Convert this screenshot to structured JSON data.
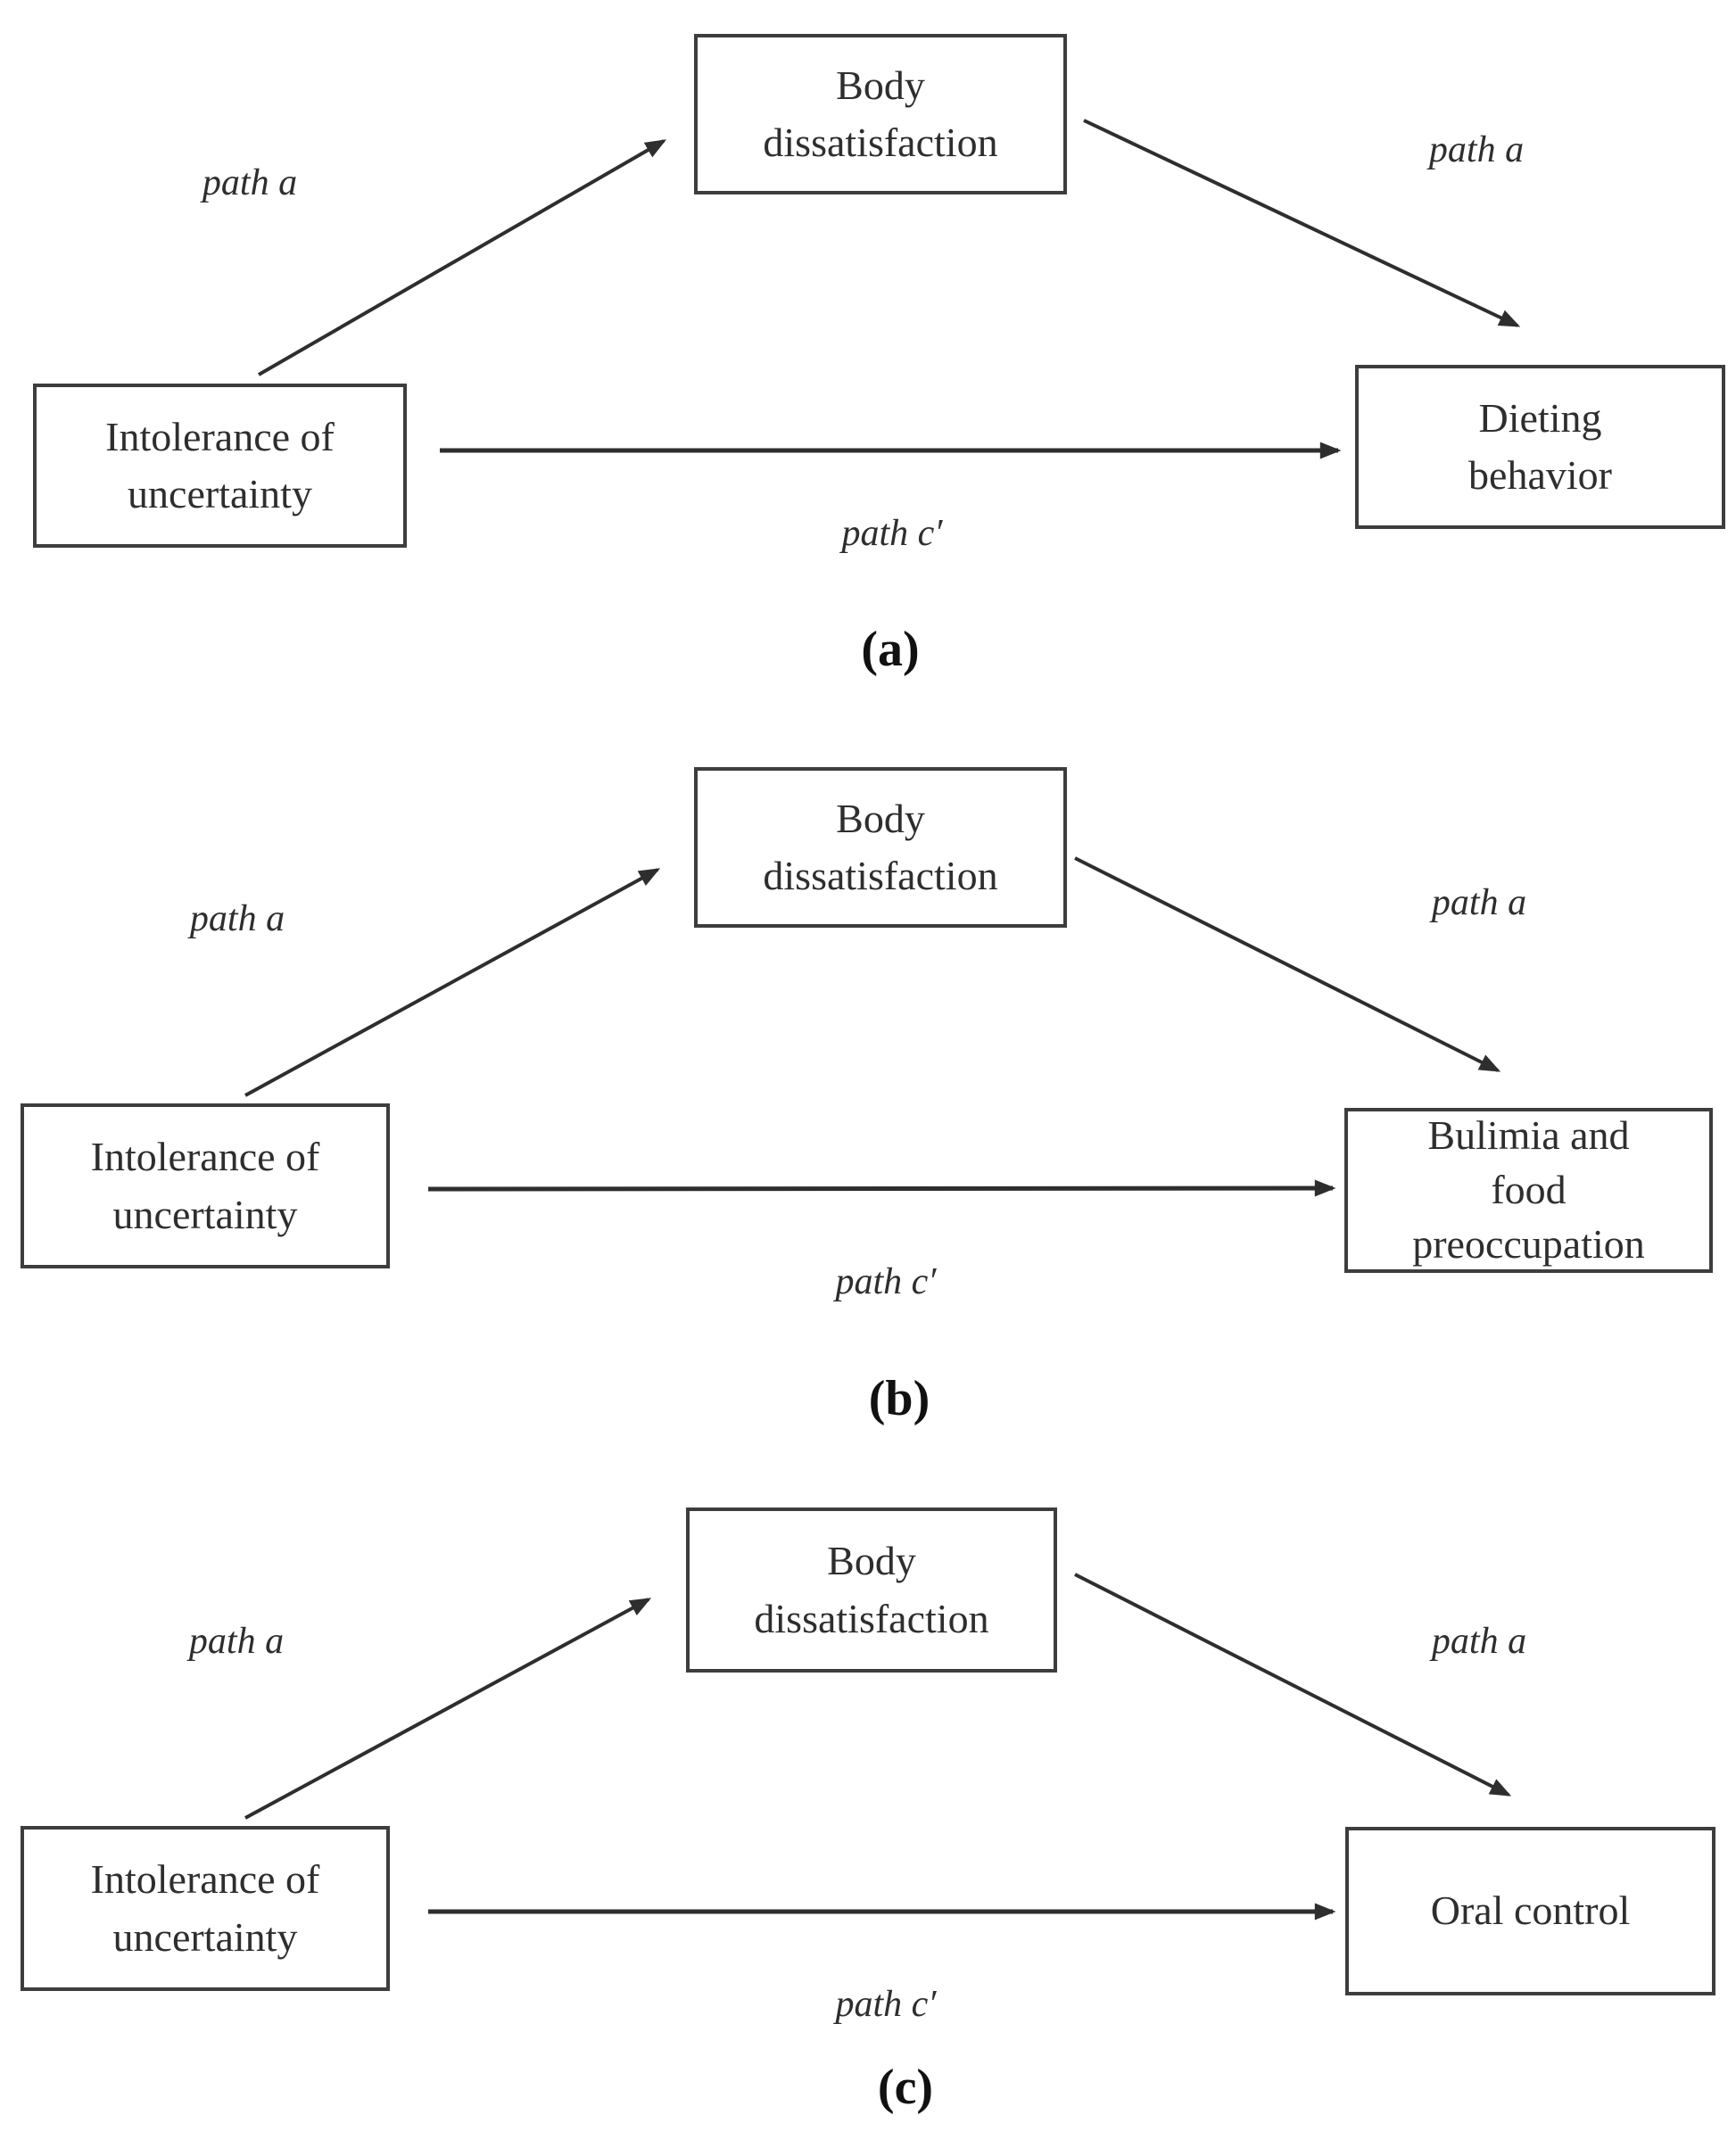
{
  "figure": {
    "background_color": "#ffffff",
    "ink_color": "#2e2e2e",
    "box_border_color": "#3d3d3d",
    "diagrams": [
      {
        "id": "a",
        "caption": "(a)",
        "predictor": "Intolerance of\nuncertainty",
        "mediator": "Body\ndissatisfaction",
        "outcome": "Dieting\nbehavior",
        "labels": {
          "left_diagonal": "path a",
          "right_diagonal": "path a",
          "direct": "path c′"
        }
      },
      {
        "id": "b",
        "caption": "(b)",
        "predictor": "Intolerance of\nuncertainty",
        "mediator": "Body\ndissatisfaction",
        "outcome": "Bulimia and\nfood\npreoccupation",
        "labels": {
          "left_diagonal": "path a",
          "right_diagonal": "path a",
          "direct": "path c′"
        }
      },
      {
        "id": "c",
        "caption": "(c)",
        "predictor": "Intolerance of\nuncertainty",
        "mediator": "Body\ndissatisfaction",
        "outcome": "Oral control",
        "labels": {
          "left_diagonal": "path a",
          "right_diagonal": "path a",
          "direct": "path c′"
        }
      }
    ]
  }
}
